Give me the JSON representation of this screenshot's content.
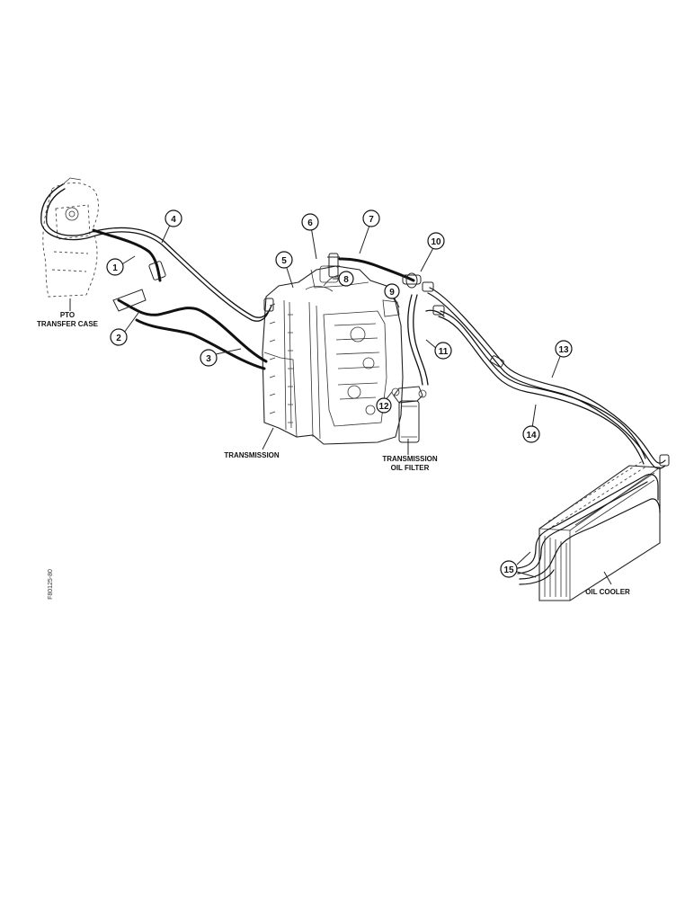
{
  "labels": {
    "pto_transfer_case": [
      "PTO",
      "TRANSFER CASE"
    ],
    "transmission": "TRANSMISSION",
    "transmission_oil_filter": [
      "TRANSMISSION",
      "OIL FILTER"
    ],
    "oil_cooler": "OIL COOLER"
  },
  "callouts": [
    "1",
    "2",
    "3",
    "4",
    "5",
    "6",
    "7",
    "8",
    "9",
    "10",
    "11",
    "12",
    "13",
    "14",
    "15"
  ],
  "figure_code": "F80125-80",
  "colors": {
    "ink": "#111111",
    "background": "#ffffff"
  }
}
